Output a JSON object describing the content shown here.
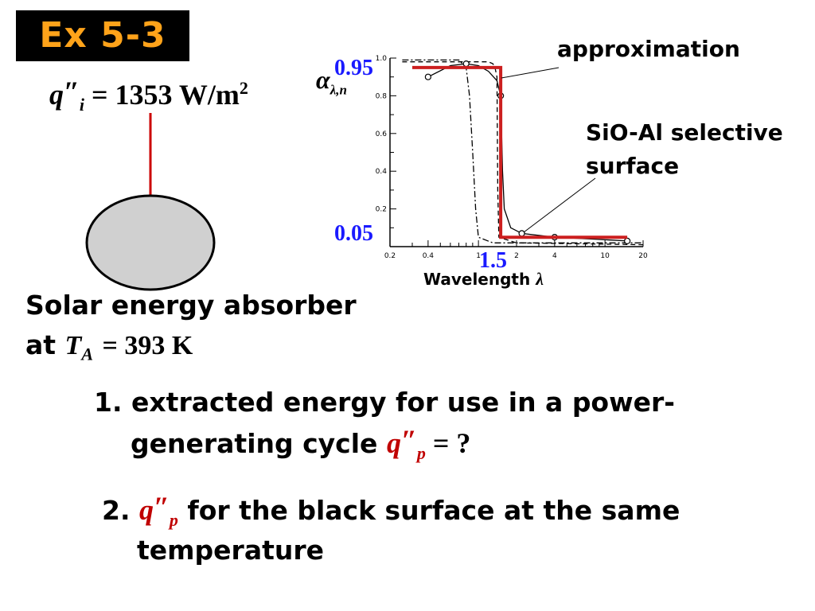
{
  "title": "Ex 5-3",
  "incident_flux": {
    "symbol": "q",
    "prime": "″",
    "subscript": "i",
    "equals": "=",
    "value": "1353",
    "unit": "W/m",
    "unit_exp": "2"
  },
  "absorber": {
    "line1": "Solar energy absorber",
    "line2_prefix": "at",
    "temp_symbol": "T",
    "temp_sub": "A",
    "temp_value": "= 393 K"
  },
  "questions": [
    {
      "number": "1.",
      "text_line1": "extracted energy for use in a power-",
      "text_line2": "generating cycle",
      "symbol": "q",
      "prime": "″",
      "sub": "p",
      "suffix": "= ?"
    },
    {
      "number": "2.",
      "symbol": "q",
      "prime": "″",
      "sub": "p",
      "text_line1": "for the black surface at the same",
      "text_line2": "temperature"
    }
  ],
  "chart_annotations": {
    "approximation": "approximation",
    "surface_line1": "SiO-Al selective",
    "surface_line2": "surface",
    "alpha_symbol": "α",
    "alpha_sub": "λ,n",
    "y_high": "0.95",
    "y_low": "0.05",
    "x_cut": "1.5",
    "xlabel": "Wavelength",
    "xlabel_symbol": "λ"
  },
  "colors": {
    "title_bg": "#000000",
    "title_text": "#ffa31a",
    "approximation_line": "#cc1f1f",
    "highlight_blue": "#1a1aff",
    "question_symbol": "#c00000",
    "absorber_fill": "#d0d0d0",
    "arrow": "#cc0000"
  },
  "chart_data": {
    "type": "line",
    "x_scale": "log",
    "xlim": [
      0.2,
      20
    ],
    "ylim": [
      0,
      1.0
    ],
    "x_ticks": [
      "0.2",
      "0.4",
      "1",
      "2",
      "4",
      "10",
      "20"
    ],
    "x_tick_values": [
      0.2,
      0.4,
      1,
      2,
      4,
      10,
      20
    ],
    "y_ticks": [
      "0.2",
      "0.4",
      "0.6",
      "0.8",
      "1.0"
    ],
    "y_tick_values": [
      0.2,
      0.4,
      0.6,
      0.8,
      1.0
    ],
    "series": [
      {
        "name": "approximation",
        "style": "step",
        "color": "#cc1f1f",
        "points": [
          [
            0.3,
            0.95
          ],
          [
            1.5,
            0.95
          ],
          [
            1.5,
            0.05
          ],
          [
            15,
            0.05
          ]
        ]
      },
      {
        "name": "SiO-Al selective surface",
        "style": "solid-with-markers",
        "color": "#000000",
        "points": [
          [
            0.4,
            0.9
          ],
          [
            0.6,
            0.96
          ],
          [
            0.8,
            0.97
          ],
          [
            1.0,
            0.96
          ],
          [
            1.2,
            0.93
          ],
          [
            1.4,
            0.88
          ],
          [
            1.5,
            0.8
          ],
          [
            1.55,
            0.4
          ],
          [
            1.6,
            0.2
          ],
          [
            1.8,
            0.1
          ],
          [
            2.2,
            0.07
          ],
          [
            4,
            0.05
          ],
          [
            8,
            0.04
          ],
          [
            15,
            0.03
          ]
        ],
        "markers": [
          [
            0.4,
            0.9
          ],
          [
            0.8,
            0.97
          ],
          [
            1.5,
            0.8
          ],
          [
            2.2,
            0.07
          ],
          [
            4,
            0.05
          ],
          [
            15,
            0.03
          ]
        ]
      },
      {
        "style": "dash-dot",
        "color": "#000000",
        "points": [
          [
            0.25,
            0.99
          ],
          [
            0.7,
            0.99
          ],
          [
            0.8,
            0.95
          ],
          [
            0.85,
            0.8
          ],
          [
            0.9,
            0.5
          ],
          [
            0.95,
            0.2
          ],
          [
            1.0,
            0.05
          ],
          [
            1.3,
            0.02
          ],
          [
            20,
            0.02
          ]
        ]
      },
      {
        "style": "dashed",
        "color": "#000000",
        "points": [
          [
            0.25,
            0.98
          ],
          [
            1.2,
            0.98
          ],
          [
            1.3,
            0.97
          ],
          [
            1.35,
            0.95
          ],
          [
            1.4,
            0.9
          ],
          [
            1.42,
            0.3
          ],
          [
            1.45,
            0.05
          ],
          [
            2,
            0.02
          ],
          [
            20,
            0.01
          ]
        ]
      }
    ]
  }
}
